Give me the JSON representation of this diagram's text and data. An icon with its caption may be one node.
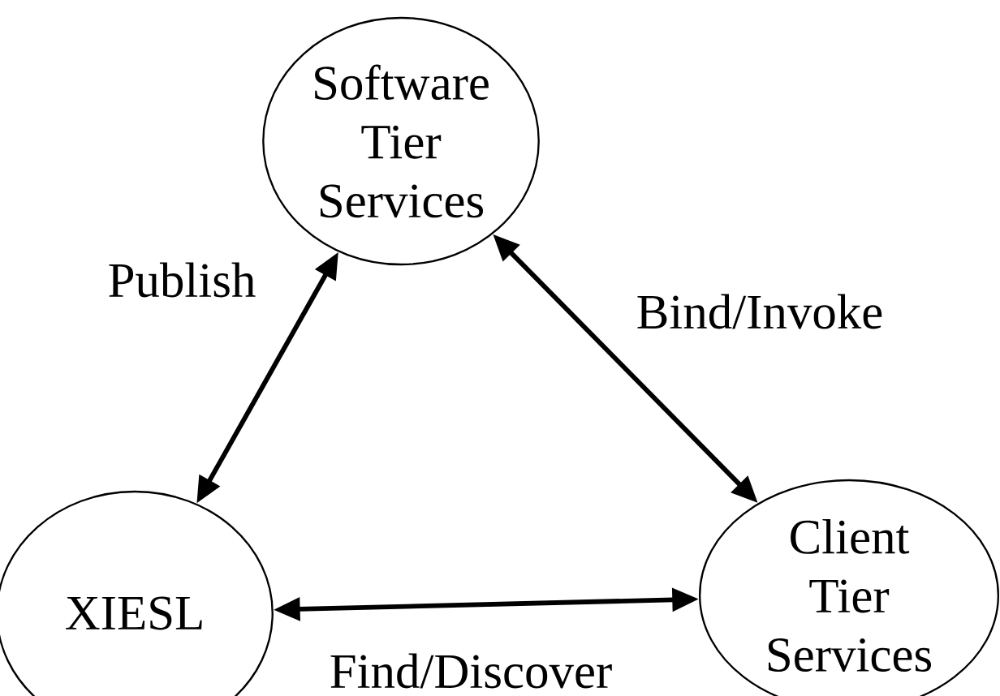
{
  "diagram": {
    "nodes": [
      {
        "text": [
          "Software Tier Services"
        ]
      },
      {
        "text": [
          "XIESL"
        ]
      },
      {
        "text": [
          "Client Tier Services"
        ]
      }
    ],
    "edges": [
      {
        "from": 0,
        "to": 1,
        "arrow": "both",
        "label": "Publish"
      },
      {
        "from": 0,
        "to": 2,
        "arrow": "both",
        "label": "Bind/Invoke"
      },
      {
        "from": 1,
        "to": 2,
        "arrow": "both",
        "label": "Find/Discover"
      }
    ]
  }
}
